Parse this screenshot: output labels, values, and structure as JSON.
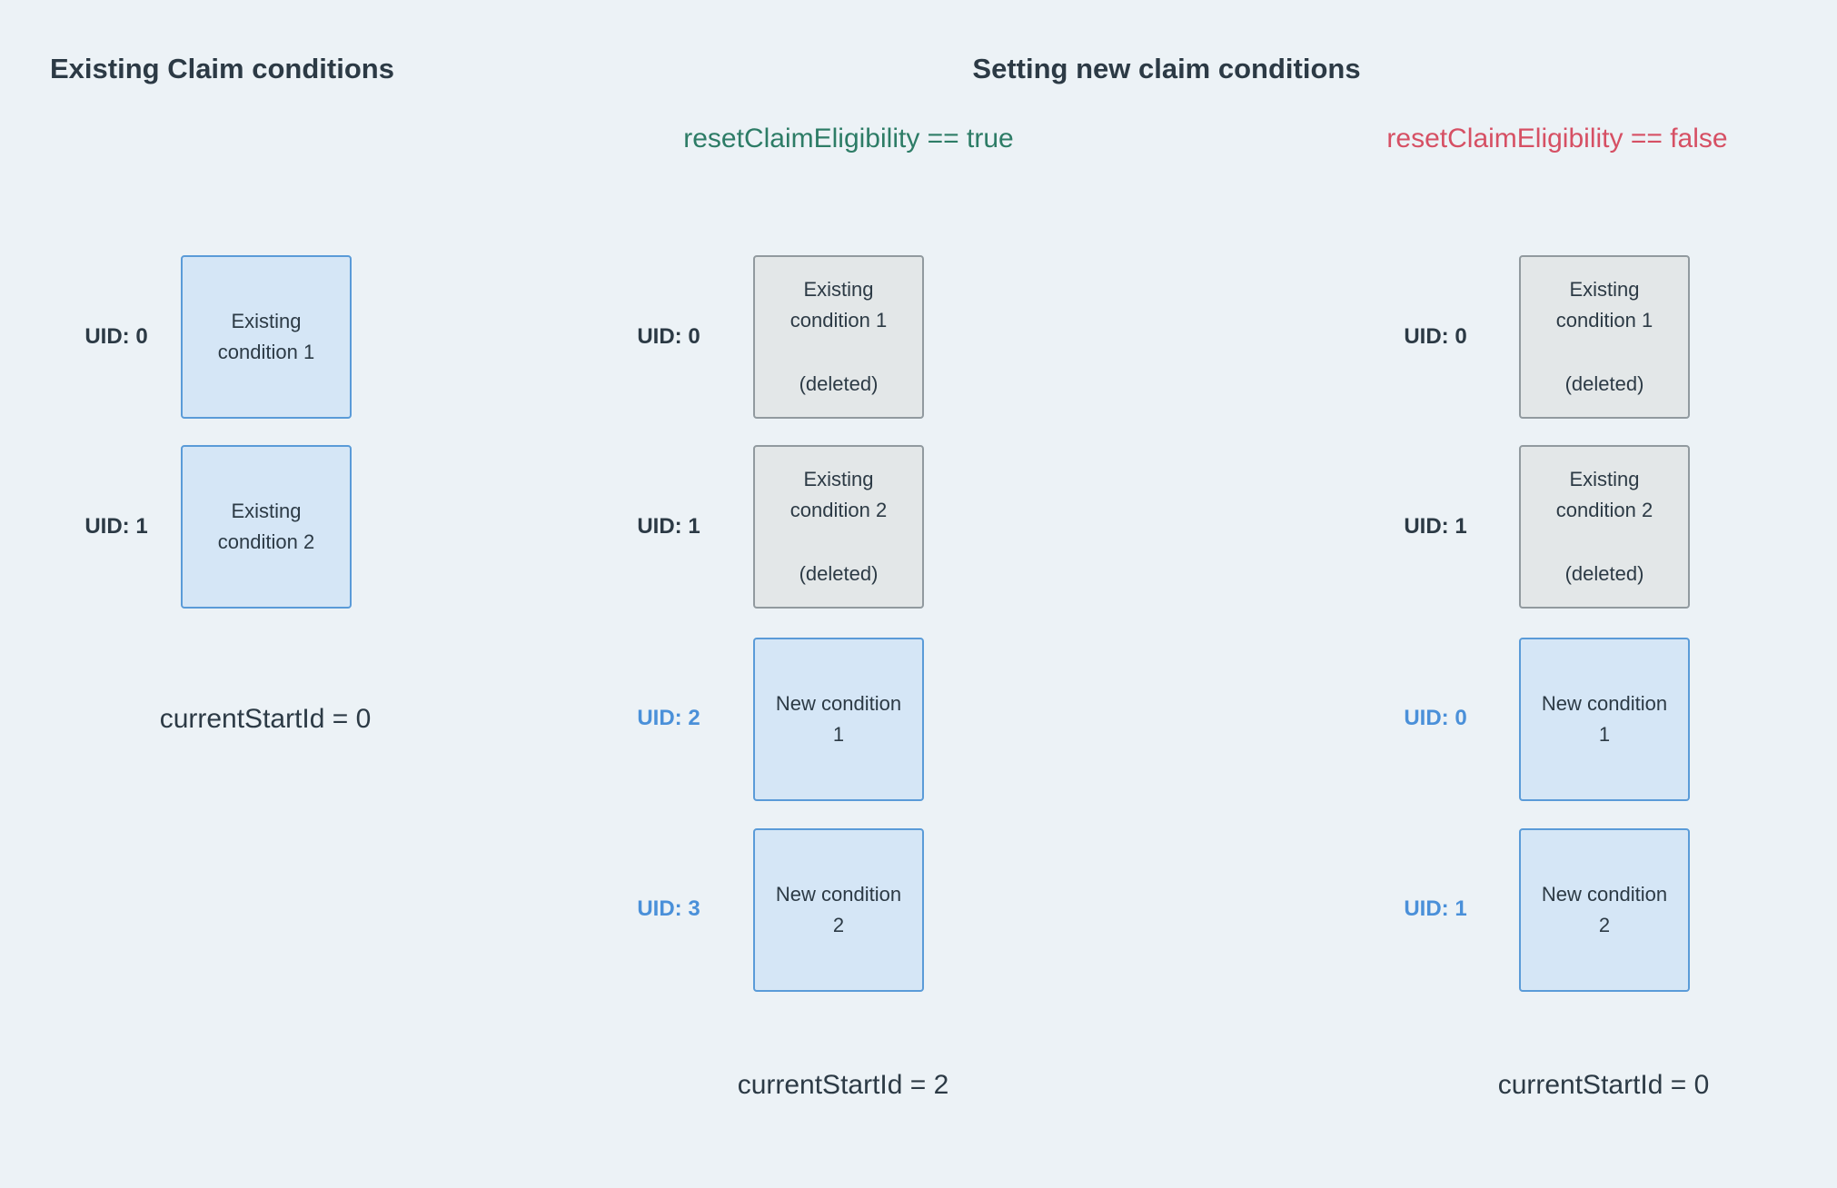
{
  "titles": {
    "existing": "Existing Claim conditions",
    "setting": "Setting new claim conditions"
  },
  "scenarios": {
    "reset_true": "resetClaimEligibility == true",
    "reset_false": "resetClaimEligibility == false"
  },
  "colors": {
    "background": "#ecf2f6",
    "dark_text": "#2c3a45",
    "scenario_true_green": "#2d7c66",
    "scenario_false_red": "#d65064",
    "uid_blue": "#4a90d9",
    "box_blue_fill": "#d5e6f6",
    "box_blue_border": "#5a9bd8",
    "box_gray_fill": "#e3e7e8",
    "box_gray_border": "#919a9f"
  },
  "columns": {
    "existing": {
      "rows": [
        {
          "uid": "UID: 0",
          "label": "Existing\ncondition 1"
        },
        {
          "uid": "UID: 1",
          "label": "Existing\ncondition 2"
        }
      ],
      "footer": "currentStartId = 0"
    },
    "reset_true": {
      "rows": [
        {
          "uid": "UID: 0",
          "label": "Existing\ncondition 1",
          "status": "(deleted)"
        },
        {
          "uid": "UID: 1",
          "label": "Existing\ncondition 2",
          "status": "(deleted)"
        },
        {
          "uid": "UID: 2",
          "label": "New condition\n1"
        },
        {
          "uid": "UID: 3",
          "label": "New condition\n2"
        }
      ],
      "footer": "currentStartId = 2"
    },
    "reset_false": {
      "rows": [
        {
          "uid": "UID: 0",
          "label": "Existing\ncondition 1",
          "status": "(deleted)"
        },
        {
          "uid": "UID: 1",
          "label": "Existing\ncondition 2",
          "status": "(deleted)"
        },
        {
          "uid": "UID: 0",
          "label": "New condition\n1"
        },
        {
          "uid": "UID: 1",
          "label": "New condition\n2"
        }
      ],
      "footer": "currentStartId = 0"
    }
  }
}
